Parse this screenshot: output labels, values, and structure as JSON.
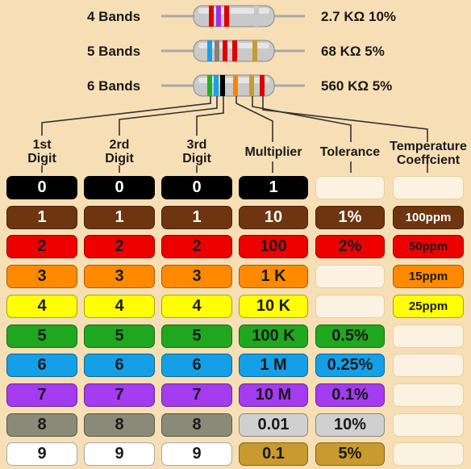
{
  "bands": [
    {
      "name": "4 Bands",
      "value": "2.7 KΩ 10%",
      "stripes": [
        "#e00000",
        "#9b30e8",
        "#e00000",
        "#c8c8c8"
      ]
    },
    {
      "name": "5 Bands",
      "value": "68 KΩ 5%",
      "stripes": [
        "#1aa0e8",
        "#888070",
        "#e00000",
        "#e00000",
        "#c99a2e"
      ]
    },
    {
      "name": "6 Bands",
      "value": "560 KΩ 5%",
      "stripes": [
        "#22b022",
        "#1aa0e8",
        "#000000",
        "#ff8000",
        "#c99a2e",
        "#e00000"
      ]
    }
  ],
  "columns": [
    {
      "id": "d1",
      "heading": [
        "1st",
        "Digit"
      ]
    },
    {
      "id": "d2",
      "heading": [
        "2rd",
        "Digit"
      ]
    },
    {
      "id": "d3",
      "heading": [
        "3rd",
        "Digit"
      ]
    },
    {
      "id": "mult",
      "heading": [
        "Multiplier"
      ]
    },
    {
      "id": "tol",
      "heading": [
        "Tolerance"
      ]
    },
    {
      "id": "temp",
      "heading": [
        "Temperature",
        "Coeffcient"
      ]
    }
  ],
  "rows": [
    {
      "color": "#000000",
      "text": "#ffffff",
      "digit": "0",
      "multiplier": "1",
      "tolerance": "",
      "temp": ""
    },
    {
      "color": "#6e3510",
      "text": "#ffffff",
      "digit": "1",
      "multiplier": "10",
      "tolerance": "1%",
      "temp": "100ppm"
    },
    {
      "color": "#ee0000",
      "text": "#1a1a1a",
      "digit": "2",
      "multiplier": "100",
      "tolerance": "2%",
      "temp": "50ppm"
    },
    {
      "color": "#ff8a00",
      "text": "#1a1a1a",
      "digit": "3",
      "multiplier": "1 K",
      "tolerance": "",
      "temp": "15ppm"
    },
    {
      "color": "#ffff00",
      "text": "#1a1a1a",
      "digit": "4",
      "multiplier": "10 K",
      "tolerance": "",
      "temp": "25ppm"
    },
    {
      "color": "#1fa81f",
      "text": "#1a1a1a",
      "digit": "5",
      "multiplier": "100 K",
      "tolerance": "0.5%",
      "temp": ""
    },
    {
      "color": "#159fe6",
      "text": "#1a1a1a",
      "digit": "6",
      "multiplier": "1 M",
      "tolerance": "0.25%",
      "temp": ""
    },
    {
      "color": "#a33bef",
      "text": "#1a1a1a",
      "digit": "7",
      "multiplier": "10 M",
      "tolerance": "0.1%",
      "temp": ""
    },
    {
      "color": "#8a8a78",
      "text": "#1a1a1a",
      "digit": "8",
      "multiplier": "0.01",
      "tolerance": "10%",
      "temp": ""
    },
    {
      "color": "#ffffff",
      "text": "#1a1a1a",
      "digit": "9",
      "multiplier": "0.1",
      "tolerance": "5%",
      "temp": ""
    }
  ],
  "special": {
    "silver": "#d0d0d0",
    "gold": "#c99a2e",
    "empty": "#fbf2e2"
  }
}
